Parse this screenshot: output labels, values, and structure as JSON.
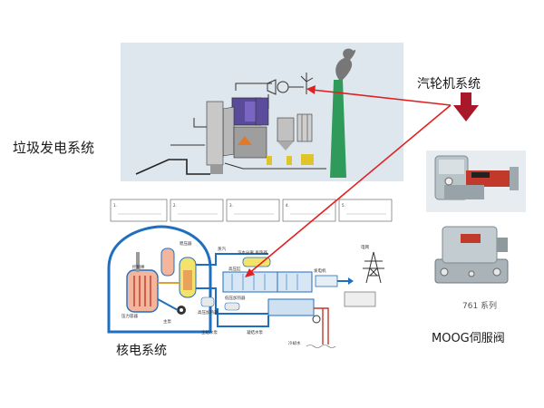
{
  "labels": {
    "waste_power": "垃圾发电系统",
    "nuclear_power": "核电系统",
    "turbine_system": "汽轮机系统",
    "moog_valve": "MOOG伺服阀",
    "series_761": "761 系列"
  },
  "nuclear_diagram": {
    "pressurizer": "稳压器",
    "control_rod": "控制棒",
    "steam": "蒸汽",
    "steam_separator": "汽水分离 再热器",
    "high_pressure_cylinder": "高压缸",
    "generator": "发电机",
    "grid": "电网",
    "primary_pump": "主泵",
    "pressure_vessel": "压力容器",
    "low_pressure_heater": "低压加热器",
    "high_pressure_heater": "高压加热器",
    "main_feed_pump": "主给水泵",
    "condensate_pump": "凝结水泵",
    "cooling_water": "冷却水",
    "steps": [
      "1.",
      "2.",
      "3.",
      "4.",
      "5."
    ]
  },
  "colors": {
    "arrow_red": "#e02020",
    "down_arrow": "#a8182a",
    "chimney_green": "#2f9a5a",
    "nuclear_blue": "#1f6fc0",
    "panel_bg": "#dde6ee"
  },
  "icons": [
    "down-arrow-icon",
    "wind-turbine-icon",
    "power-tower-icon"
  ]
}
